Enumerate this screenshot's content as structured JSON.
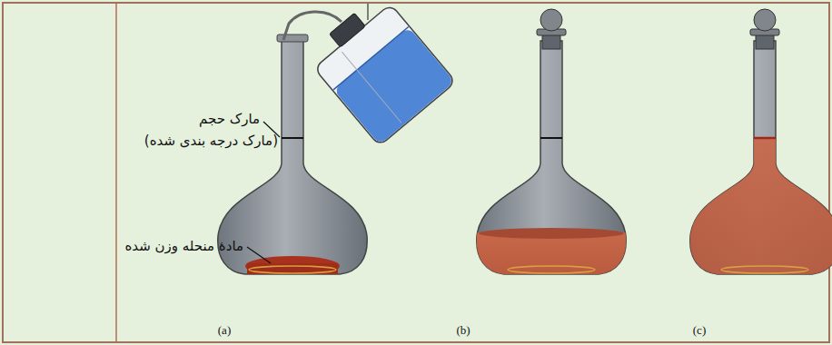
{
  "diagram": {
    "labels": [
      "مارک حجم",
      "(مارک درجه بندی شده)",
      "مادهٔ منحله وزن شده",
      "(a)",
      "(b)",
      "(c)"
    ]
  }
}
